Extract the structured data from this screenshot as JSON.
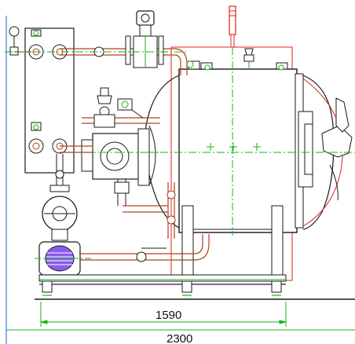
{
  "dimensions": {
    "inner_width_label": "1590",
    "overall_width_label": "2300"
  },
  "colors": {
    "outline": "#1a1a1a",
    "pipe": "#b04020",
    "frame": "#e02020",
    "centerline": "#14b414",
    "dimension": "#14b414",
    "motor_fill": "#8a5cf0",
    "base_rail": "#6a2a8a",
    "tank_fill": "#ffffff",
    "left_border": "#3a7fd9"
  },
  "components": {
    "heat_exchanger": "plate-heat-exchanger",
    "pump": "centrifugal-pump",
    "motor": "pump-motor",
    "vessel": "pressure-vessel",
    "door": "hinged-end-door",
    "flowmeter": "electromagnetic-flowmeter",
    "valve": "safety-valve",
    "indicator": "signal-tower-lamp",
    "gauges": "pressure-gauge"
  }
}
